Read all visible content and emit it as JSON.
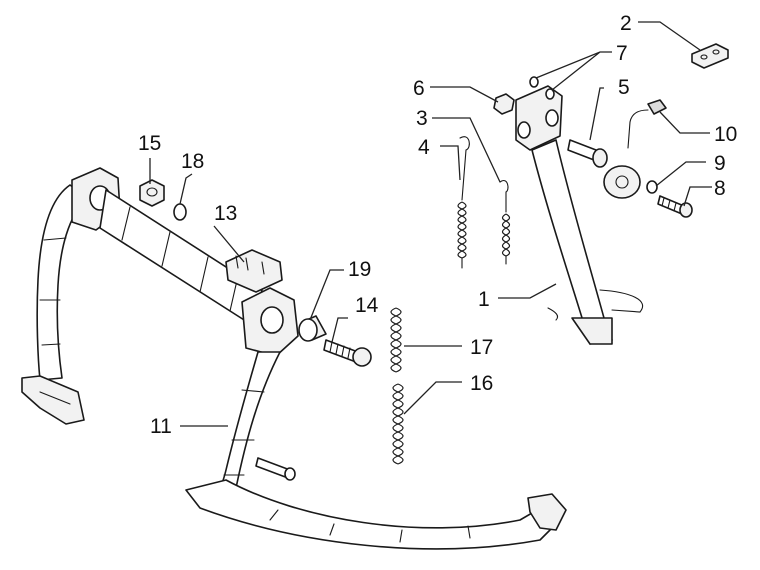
{
  "diagram": {
    "callouts": {
      "c1": "1",
      "c2": "2",
      "c3": "3",
      "c4": "4",
      "c5": "5",
      "c6": "6",
      "c7": "7",
      "c8": "8",
      "c9": "9",
      "c10": "10",
      "c11": "11",
      "c13": "13",
      "c14": "14",
      "c15": "15",
      "c16": "16",
      "c17": "17",
      "c18": "18",
      "c19": "19"
    }
  }
}
